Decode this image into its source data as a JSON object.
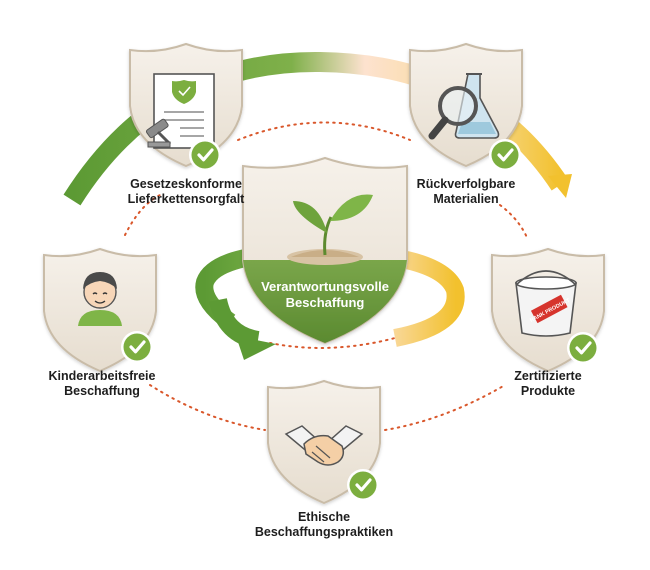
{
  "diagram": {
    "center": {
      "line1": "Verantwortungsvolle",
      "line2": "Beschaffung",
      "icon": "plant-sprout-icon"
    },
    "nodes": [
      {
        "id": "legal",
        "line1": "Gesetzeskonforme",
        "line2": "Lieferkettensorgfalt",
        "icon": "legal-document-gavel-icon"
      },
      {
        "id": "traceable",
        "line1": "Rückverfolgbare",
        "line2": "Materialien",
        "icon": "magnifier-flask-icon"
      },
      {
        "id": "certified",
        "line1": "Zertifizierte",
        "line2": "Produkte",
        "icon": "bucket-icon"
      },
      {
        "id": "ethical",
        "line1": "Ethische",
        "line2": "Beschaffungspraktiken",
        "icon": "handshake-icon"
      },
      {
        "id": "childlabor",
        "line1": "Kinderarbeitsfreie",
        "line2": "Beschaffung",
        "icon": "child-face-icon"
      }
    ],
    "bucket_label": "RANK PRODUKT",
    "colors": {
      "green": "#6e9a3e",
      "green_dark": "#4f7d2b",
      "check_green": "#7cae3f",
      "yellow": "#f2c12e",
      "peach": "#fbe3cf",
      "shield_fill": "#efe8dd",
      "shield_stroke": "#c9bca8",
      "dots": "#d9572b"
    }
  }
}
